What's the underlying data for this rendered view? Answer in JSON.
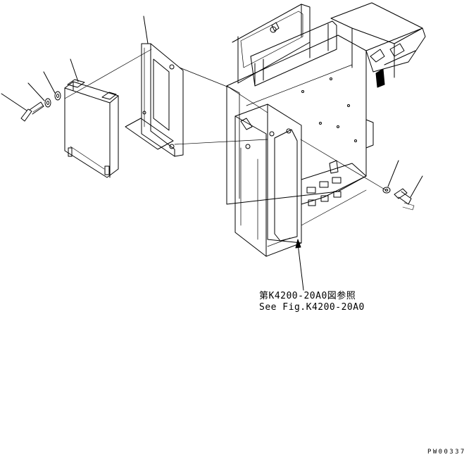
{
  "diagram": {
    "reference_note": {
      "japanese": "第K4200-20A0図参照",
      "english": "See Fig.K4200-20A0"
    },
    "drawing_code": "PW00337",
    "callouts": [
      {
        "part": "bolt"
      },
      {
        "part": "washer"
      },
      {
        "part": "lock-washer"
      },
      {
        "part": "controller"
      },
      {
        "part": "bracket"
      },
      {
        "part": "right-washer"
      },
      {
        "part": "right-bolt"
      }
    ]
  }
}
